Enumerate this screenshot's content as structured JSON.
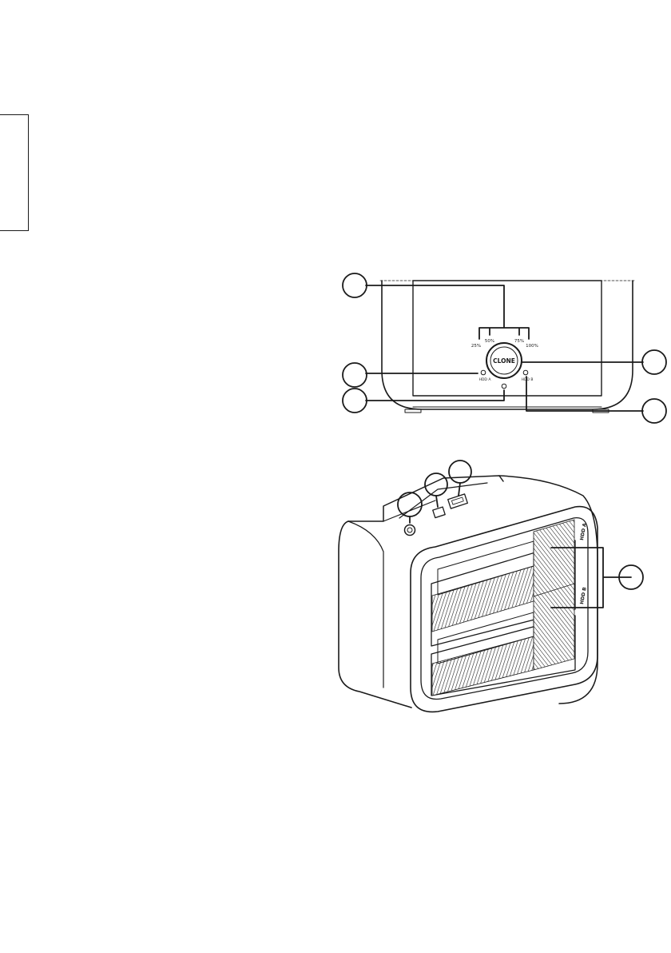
{
  "front_panel": {
    "led_labels": [
      "25%",
      "50%",
      "75%",
      "100%"
    ],
    "button_label": "CLONE",
    "hdd_labels": [
      "HDD A",
      "HDD B"
    ]
  },
  "colors": {
    "line": "#1a1a1a",
    "background": "#ffffff"
  },
  "icons": [
    "power-led-icon",
    "hdd-a-led-icon",
    "hdd-b-led-icon",
    "power-button-icon",
    "usb-port-icon",
    "dc-in-port-icon"
  ]
}
